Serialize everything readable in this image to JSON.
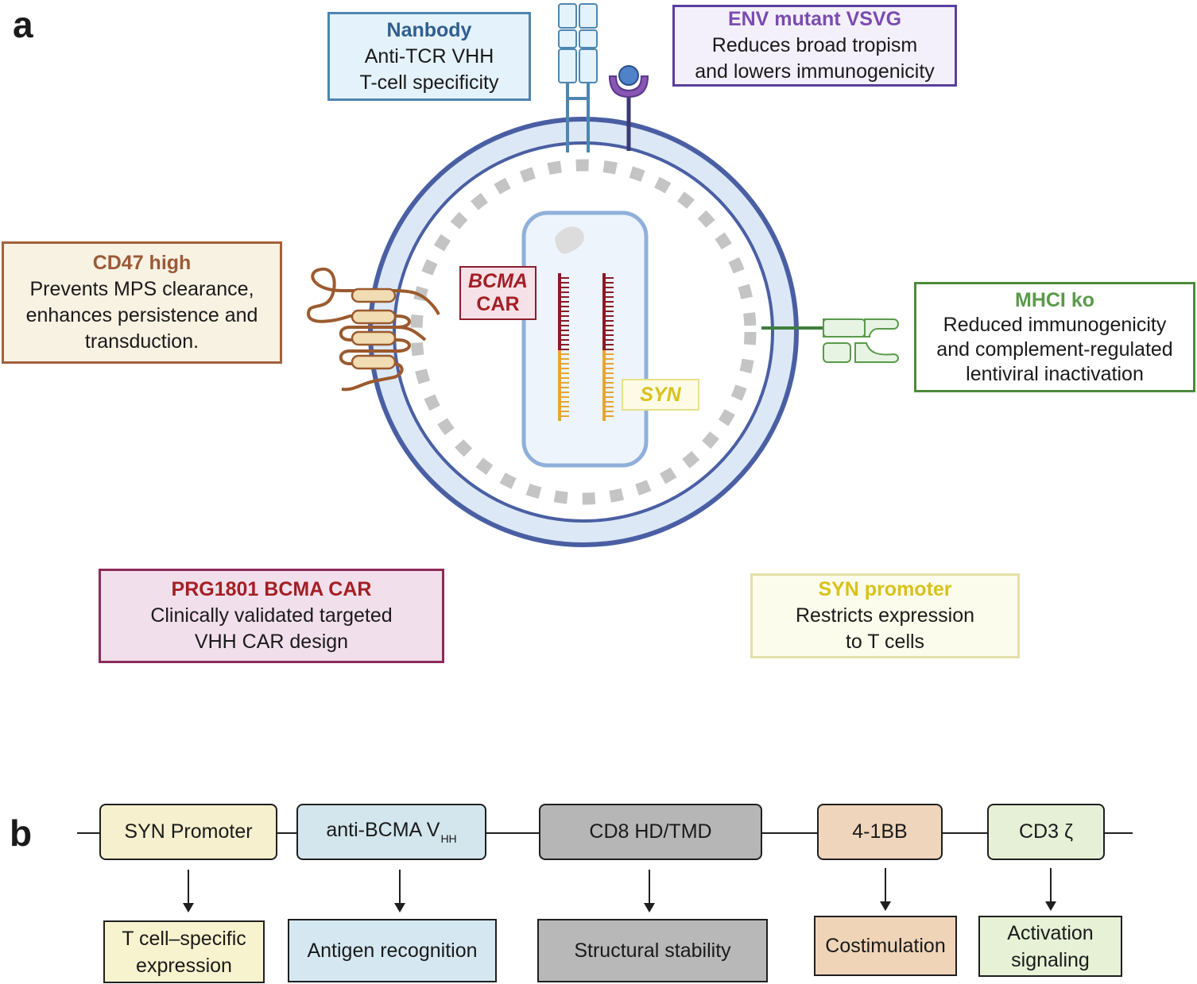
{
  "panel_a": {
    "letter": "a",
    "nanobody": {
      "title": "Nanbody",
      "lines": [
        "Anti-TCR VHH",
        "T-cell specificity"
      ],
      "color": "#2f5f8f",
      "border": "#4d86b0",
      "fill": "#e4f2fb"
    },
    "env": {
      "title": "ENV mutant VSVG",
      "lines": [
        "Reduces broad tropism",
        "and lowers immunogenicity"
      ],
      "color": "#7b4bb0",
      "border": "#5a3ea0",
      "fill": "#f4f0fb"
    },
    "cd47": {
      "title": "CD47 high",
      "lines": [
        "Prevents MPS clearance,",
        "enhances persistence and",
        "transduction."
      ],
      "color": "#9b5a37",
      "border": "#a2603c",
      "fill": "#f8f2e3"
    },
    "mhc": {
      "title": "MHCI ko",
      "lines": [
        "Reduced immunogenicity",
        "and complement-regulated",
        "lentiviral inactivation"
      ],
      "color": "#5a9a4a",
      "border": "#4c8a3c",
      "fill": "#ffffff"
    },
    "bcma_label": {
      "line1": "BCMA",
      "line2": "CAR",
      "color": "#a31f24",
      "border": "#8d1e2c",
      "fill": "#f6e1e8"
    },
    "syn_label": {
      "text": "SYN",
      "color": "#d8c21c",
      "border": "#e8e08a",
      "fill": "#fdfbe5"
    },
    "prg": {
      "title": "PRG1801 BCMA CAR",
      "lines": [
        "Clinically validated targeted",
        "VHH  CAR design"
      ],
      "color": "#a31f24",
      "border": "#8d2a5b",
      "fill": "#f2dfec"
    },
    "syn_promoter": {
      "title": "SYN promoter",
      "lines": [
        "Restricts expression",
        "to T cells"
      ],
      "color": "#d8c21c",
      "border": "#e4e0a8",
      "fill": "#fcfcec"
    }
  },
  "panel_b": {
    "letter": "b",
    "genes": [
      {
        "label": "SYN Promoter",
        "fill": "#f6f0cf"
      },
      {
        "label": "anti-BCMA V",
        "sub": "HH",
        "fill": "#d3e6ee"
      },
      {
        "label": "CD8 HD/TMD",
        "fill": "#b6b6b6"
      },
      {
        "label": "4-1BB",
        "fill": "#eed5bb"
      },
      {
        "label": "CD3 ζ",
        "fill": "#e6f0d7"
      }
    ],
    "functions": [
      {
        "lines": [
          "T cell–specific",
          "expression"
        ],
        "fill": "#f8f3cf"
      },
      {
        "lines": [
          "Antigen recognition"
        ],
        "fill": "#d5e8f1"
      },
      {
        "lines": [
          "Structural stability"
        ],
        "fill": "#b8b8b8"
      },
      {
        "lines": [
          "Costimulation"
        ],
        "fill": "#efd4b8"
      },
      {
        "lines": [
          "Activation",
          "signaling"
        ],
        "fill": "#e6f1d6"
      }
    ]
  }
}
